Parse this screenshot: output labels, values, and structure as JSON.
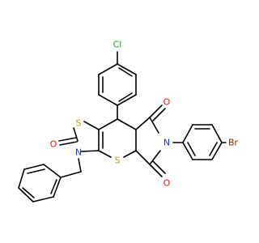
{
  "molecule": {
    "atoms": {
      "cl": "Cl",
      "br": "Br",
      "s_thiazole": "S",
      "s_ring": "S",
      "n_thiazole": "N",
      "n_imide": "N",
      "o_thiazolone": "O",
      "o_imide_top": "O",
      "o_imide_bottom": "O"
    },
    "colors": {
      "bond": "#000000",
      "chlorine": "#1fa01f",
      "bromine": "#8b2500",
      "sulfur": "#b8a000",
      "nitrogen": "#1f2fd8",
      "oxygen": "#e0141c"
    }
  }
}
